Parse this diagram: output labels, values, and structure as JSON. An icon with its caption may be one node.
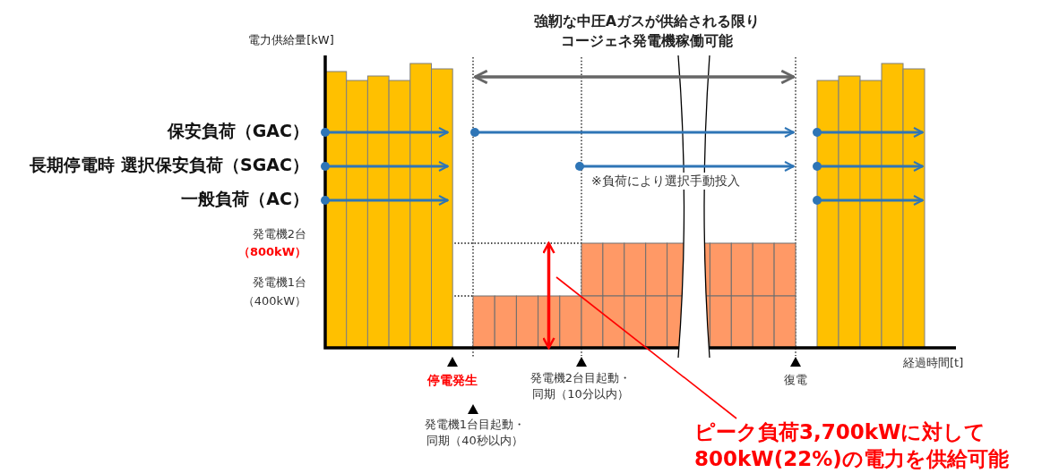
{
  "diagram": {
    "nodes": [
      {
        "text": [
          "ピーク負荷3,700kWに対して800kW(22%)の電力を供給可能"
        ]
      },
      {
        "text": [],
        "shape": "arrow"
      }
    ],
    "edges": [
      {
        "from": 0,
        "to": 1,
        "arrow": "none",
        "color": "#ff0000"
      }
    ],
    "labels": [
      "電力供給量[kW]",
      "強靭な中圧Aガスが供給される限りコージェネ発電機稼働可能",
      "保安負荷（GAC）",
      "長期停電時 選択保安負荷（SGAC）",
      "※負荷により選択手動投入",
      "一般負荷（AC）",
      "発電機2台",
      "（800kW）",
      "発電機1台",
      "（400kW）",
      "停電発生",
      "発電機2台目起動・同期（10分以内）",
      "復電",
      "経過時間[t]",
      "発電機1台目起動・同期（40秒以内）"
    ]
  }
}
